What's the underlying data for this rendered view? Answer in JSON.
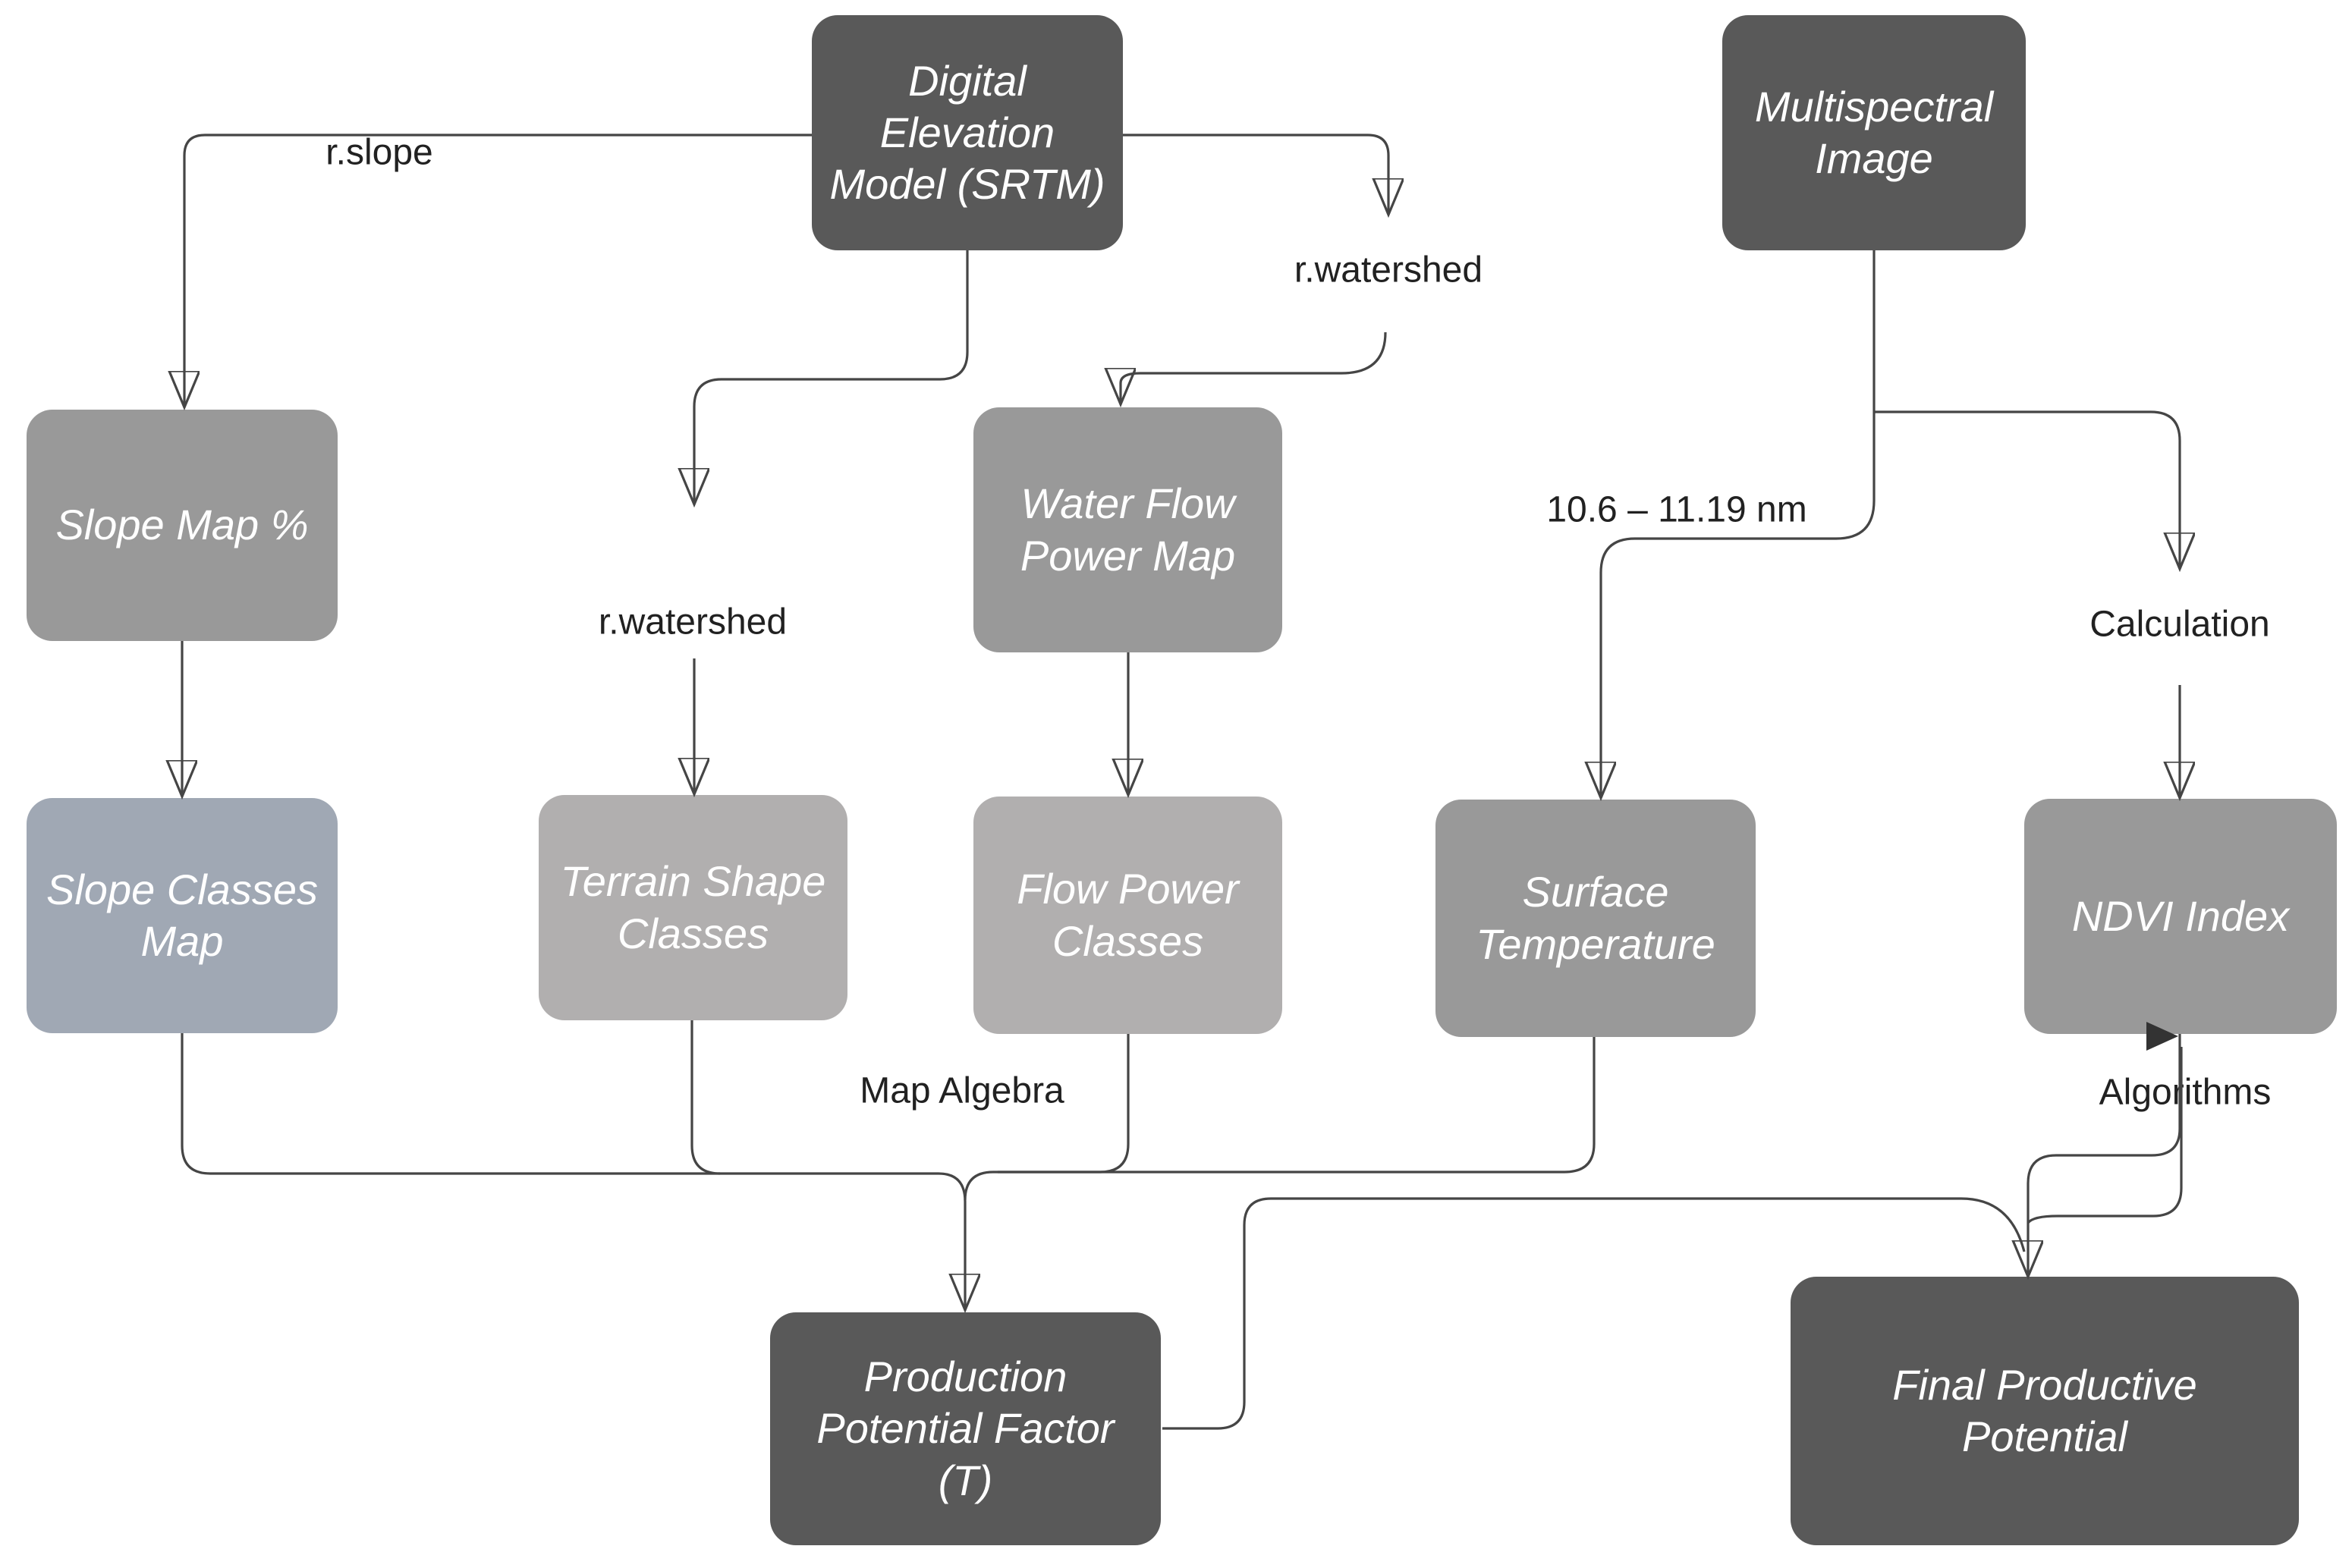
{
  "diagram": {
    "title": "Productive potential GIS workflow",
    "colors": {
      "node_dark": "#595959",
      "node_medium": "#999999",
      "node_light": "#b1afaf",
      "node_blue_gray": "#a0a8b4",
      "node_text": "#ffffff",
      "edge_line": "#454545",
      "edge_label_text": "#212121",
      "background": "#ffffff"
    },
    "nodes": {
      "dem": {
        "label": "Digital\nElevation\nModel (SRTM)"
      },
      "multispectral": {
        "label": "Multispectral\nImage"
      },
      "slope_map": {
        "label": "Slope Map %"
      },
      "water_flow": {
        "label": "Water Flow\nPower Map"
      },
      "slope_classes": {
        "label": "Slope Classes\nMap"
      },
      "terrain_shape": {
        "label": "Terrain Shape\nClasses"
      },
      "flow_power": {
        "label": "Flow Power\nClasses"
      },
      "surface_temp": {
        "label": "Surface\nTemperature"
      },
      "ndvi": {
        "label": "NDVI Index"
      },
      "ppf": {
        "label": "Production\nPotential Factor (T)"
      },
      "fpp": {
        "label": "Final Productive\nPotential"
      }
    },
    "edge_labels": {
      "r_slope": "r.slope",
      "r_watershed_top": "r.watershed",
      "r_watershed_left": "r.watershed",
      "band_range": "10.6 – 11.19 nm",
      "calculation": "Calculation",
      "map_algebra": "Map Algebra",
      "algorithms": "Algorithms"
    }
  }
}
